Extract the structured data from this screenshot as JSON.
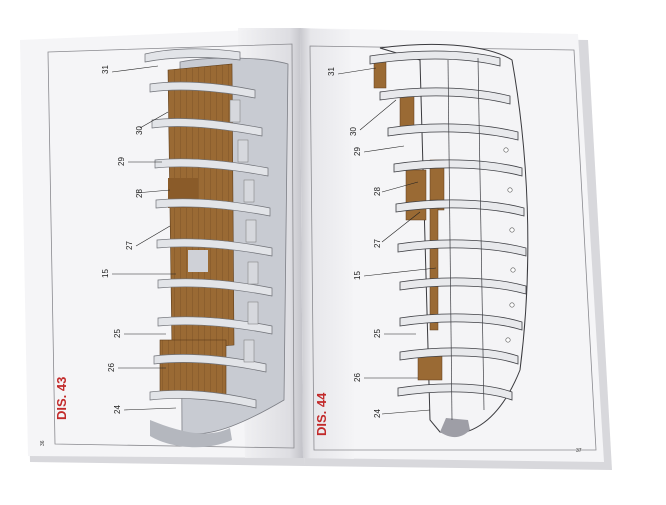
{
  "left_page": {
    "diagram_label": "DIS. 43",
    "page_number": "36",
    "callouts": [
      "31",
      "30",
      "29",
      "28",
      "27",
      "15",
      "25",
      "26",
      "24"
    ]
  },
  "right_page": {
    "diagram_label": "DIS. 44",
    "page_number": "37",
    "callouts": [
      "31",
      "30",
      "29",
      "28",
      "27",
      "15",
      "25",
      "26",
      "24"
    ]
  },
  "colors": {
    "paper": "#f4f4f6",
    "deck_wood": "#9a6a34",
    "hull_grey": "#c8cbd2",
    "label_red": "#c22a2a"
  }
}
